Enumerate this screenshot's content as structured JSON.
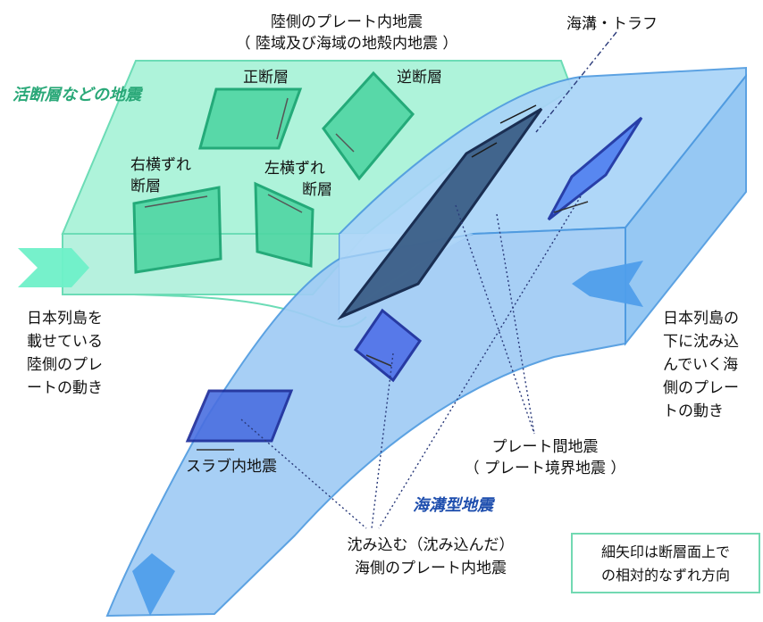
{
  "labels": {
    "continental_title_1": "陸側のプレート内地震",
    "continental_title_2": "（ 陸域及び海域の地殻内地震 ）",
    "trench_trough": "海溝・トラフ",
    "active_fault": "活断層などの地震",
    "normal_fault": "正断層",
    "reverse_fault": "逆断層",
    "right_lateral_1": "右横ずれ",
    "right_lateral_2": "断層",
    "left_lateral_1": "左横ずれ",
    "left_lateral_2": "断層",
    "land_plate_1": "日本列島を",
    "land_plate_2": "載せている",
    "land_plate_3": "陸側のプレ",
    "land_plate_4": "ートの動き",
    "ocean_plate_1": "日本列島の",
    "ocean_plate_2": "下に沈み込",
    "ocean_plate_3": "んでいく海",
    "ocean_plate_4": "側のプレー",
    "ocean_plate_5": "トの動き",
    "interplate_1": "プレート間地震",
    "interplate_2": "（ プレート境界地震 ）",
    "slab": "スラブ内地震",
    "trench_type": "海溝型地震",
    "subducting_1": "沈み込む（沈み込んだ）",
    "subducting_2": "海側のプレート内地震",
    "note_1": "細矢印は断層面上で",
    "note_2": "の相対的なずれ方向"
  },
  "colors": {
    "land_plate": "#9ff0d6",
    "land_plate_stroke": "#5fd3ad",
    "fault_green": "#4fd6a3",
    "fault_green_stroke": "#1fa878",
    "ocean_plate": "#a9d2f5",
    "ocean_plate_stroke": "#4f9be0",
    "fault_blue": "#3f6fe0",
    "fault_blue_stroke": "#1a2fa0",
    "interplate_fault": "#3b5f8a",
    "arrow_green": "#6ff0c8",
    "arrow_blue": "#4f9eea"
  }
}
